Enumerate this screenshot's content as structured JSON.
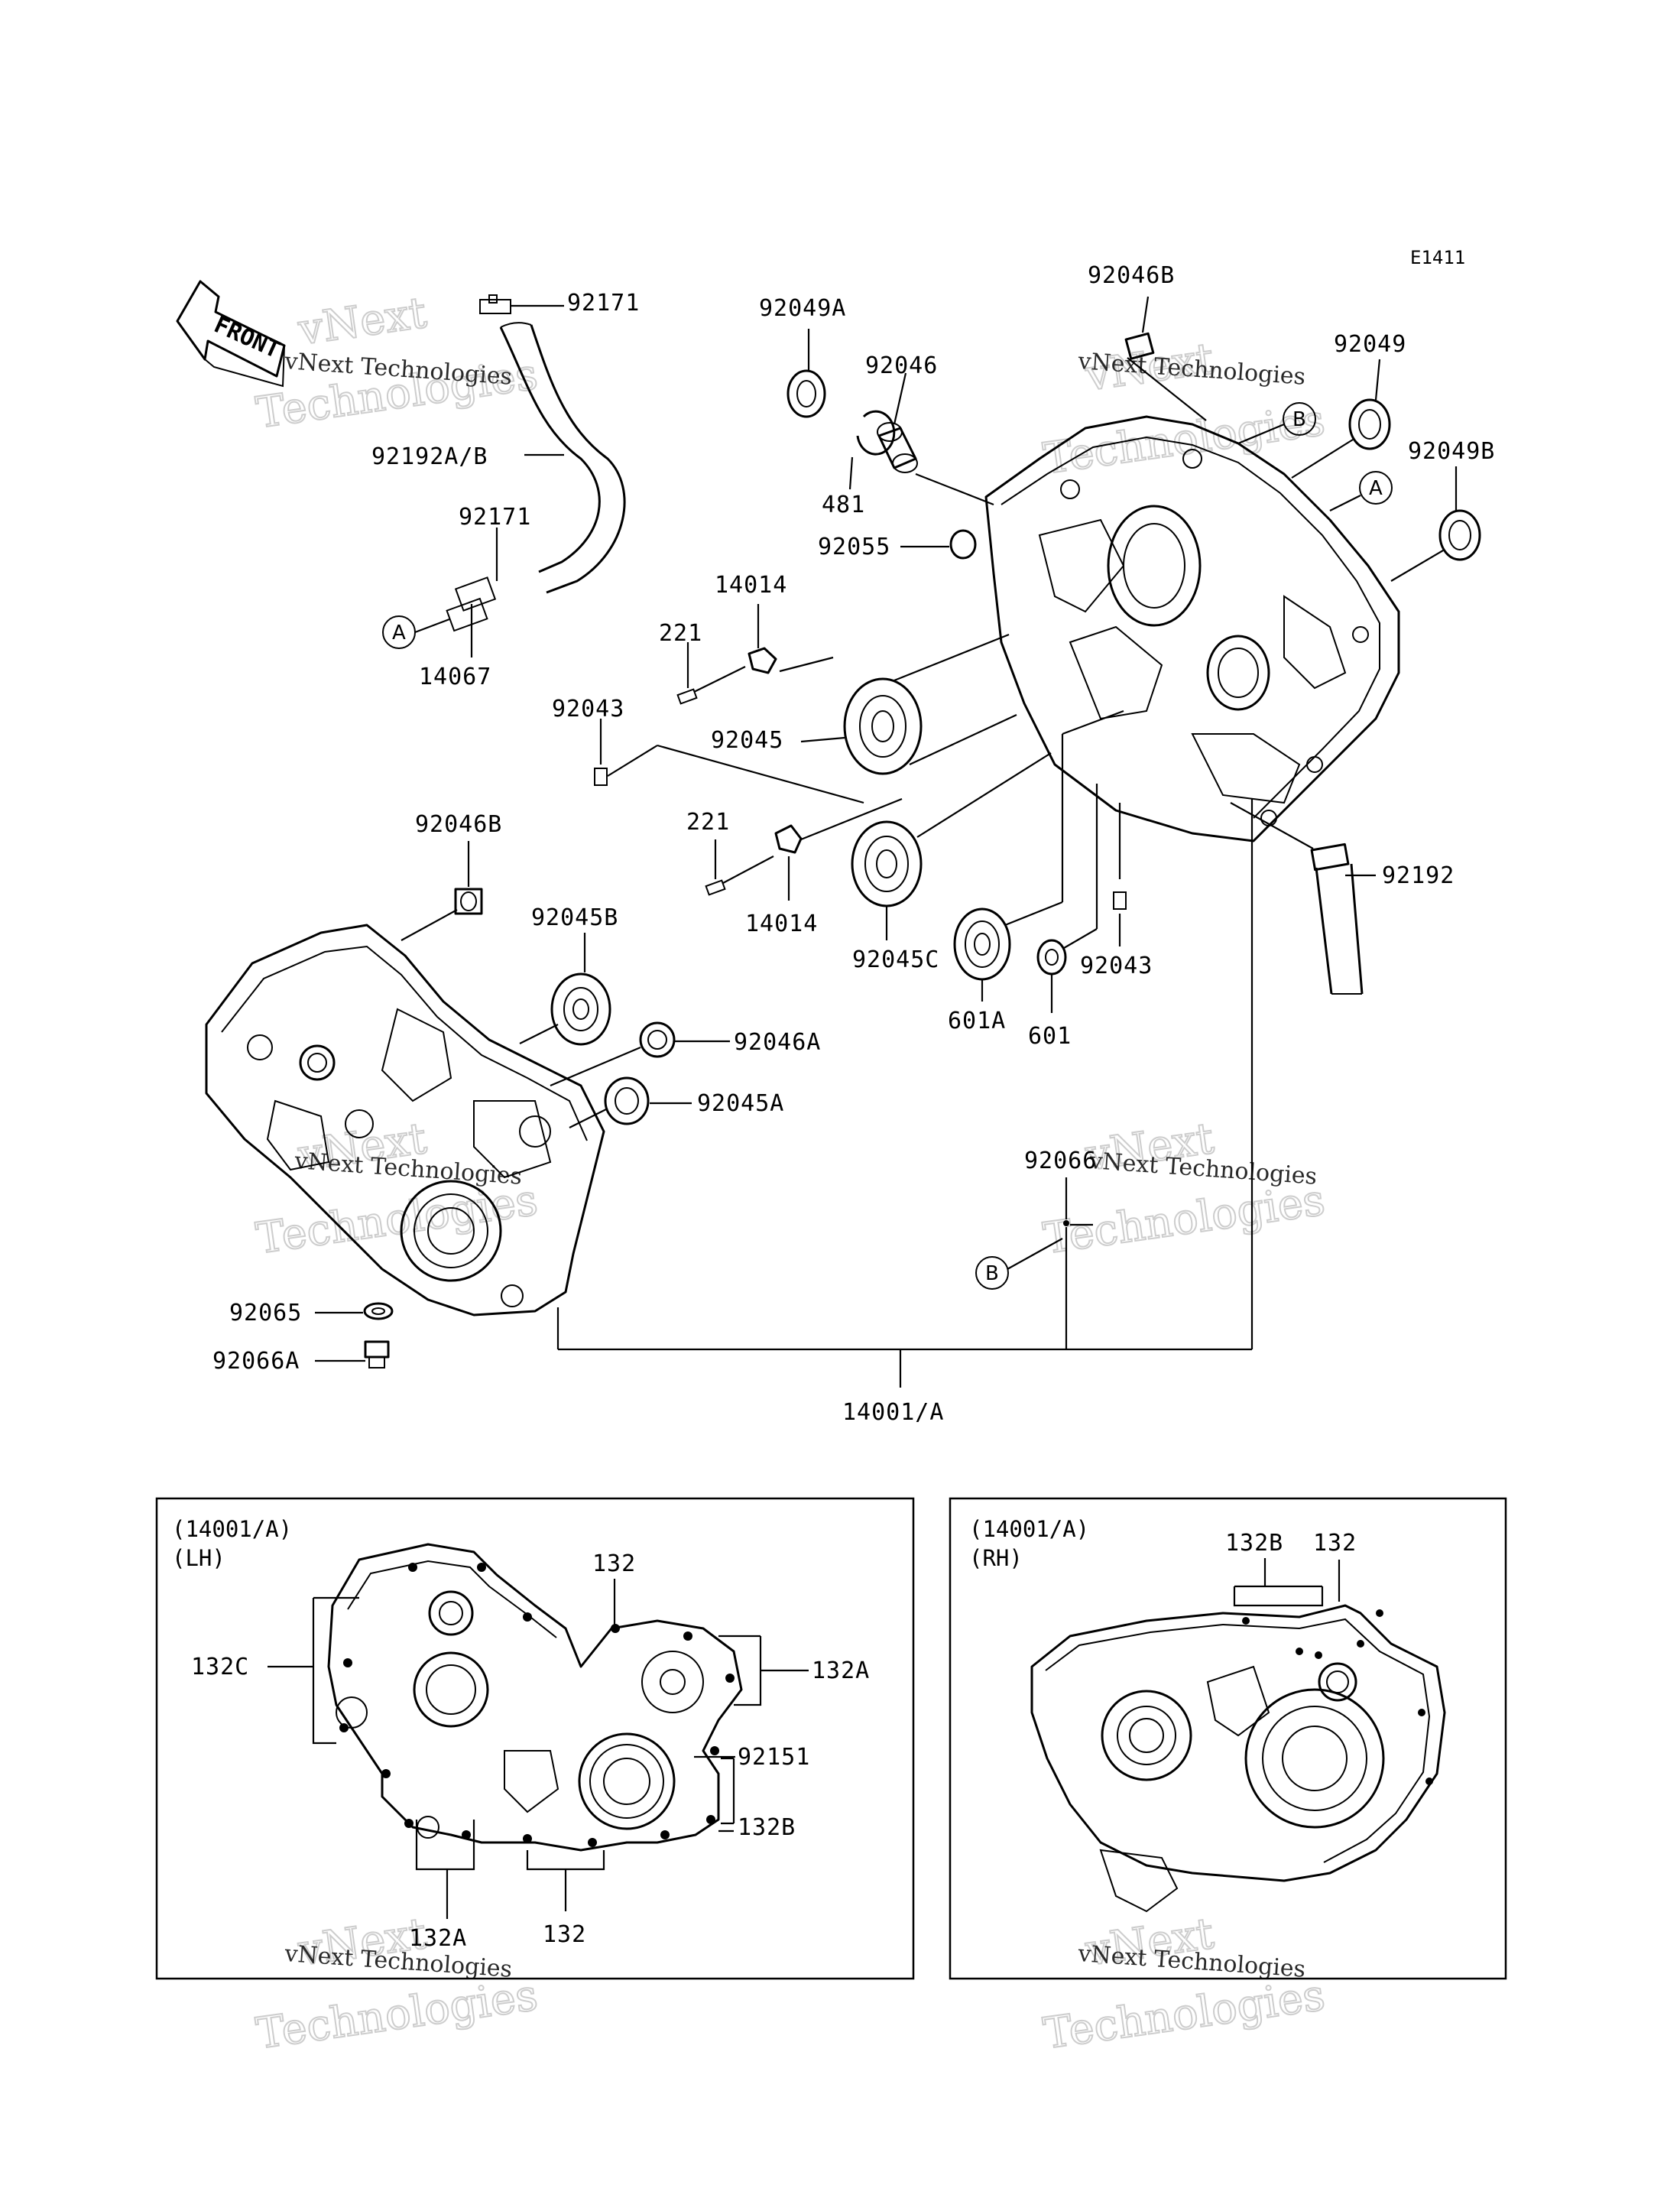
{
  "diagram_code": "E1411",
  "front_label": "FRONT",
  "watermark": {
    "line1": "vNext Technologies",
    "line2": "vNext",
    "line3": "Technologies"
  },
  "part_labels": [
    "92171",
    "92192A/B",
    "92171",
    "14067",
    "A",
    "92049A",
    "92046",
    "481",
    "92055",
    "92046B",
    "92049",
    "92049B",
    "A",
    "B",
    "14014",
    "221",
    "92043",
    "92045",
    "221",
    "14014",
    "92045C",
    "601A",
    "601",
    "92043",
    "92192",
    "92046B",
    "92045B",
    "92046A",
    "92045A",
    "92066",
    "B",
    "92065",
    "92066A",
    "14001/A"
  ],
  "insets": [
    {
      "title": "(14001/A)",
      "side": "(LH)",
      "labels": [
        "132",
        "132C",
        "132A",
        "92151",
        "132B",
        "132A",
        "132"
      ]
    },
    {
      "title": "(14001/A)",
      "side": "(RH)",
      "labels": [
        "132B",
        "132"
      ]
    }
  ]
}
